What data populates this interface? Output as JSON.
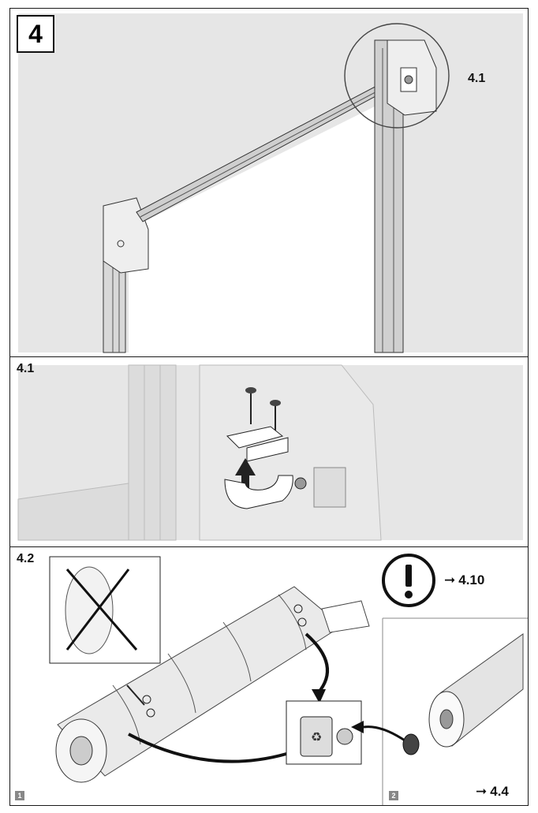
{
  "step": "4",
  "callouts": {
    "detail_top": "4.1",
    "detail_panel": "4.1",
    "panel_bottom": "4.2"
  },
  "refs": {
    "warning": "4.10",
    "next": "4.4"
  },
  "sub_steps": [
    "1",
    "2"
  ],
  "icons": [
    "warning-exclamation-icon",
    "arrow-right-icon",
    "recycle-bin-icon",
    "scissors-icon"
  ],
  "colors": {
    "grey_bg": "#e6e6e6",
    "line": "#1a1a1a"
  }
}
